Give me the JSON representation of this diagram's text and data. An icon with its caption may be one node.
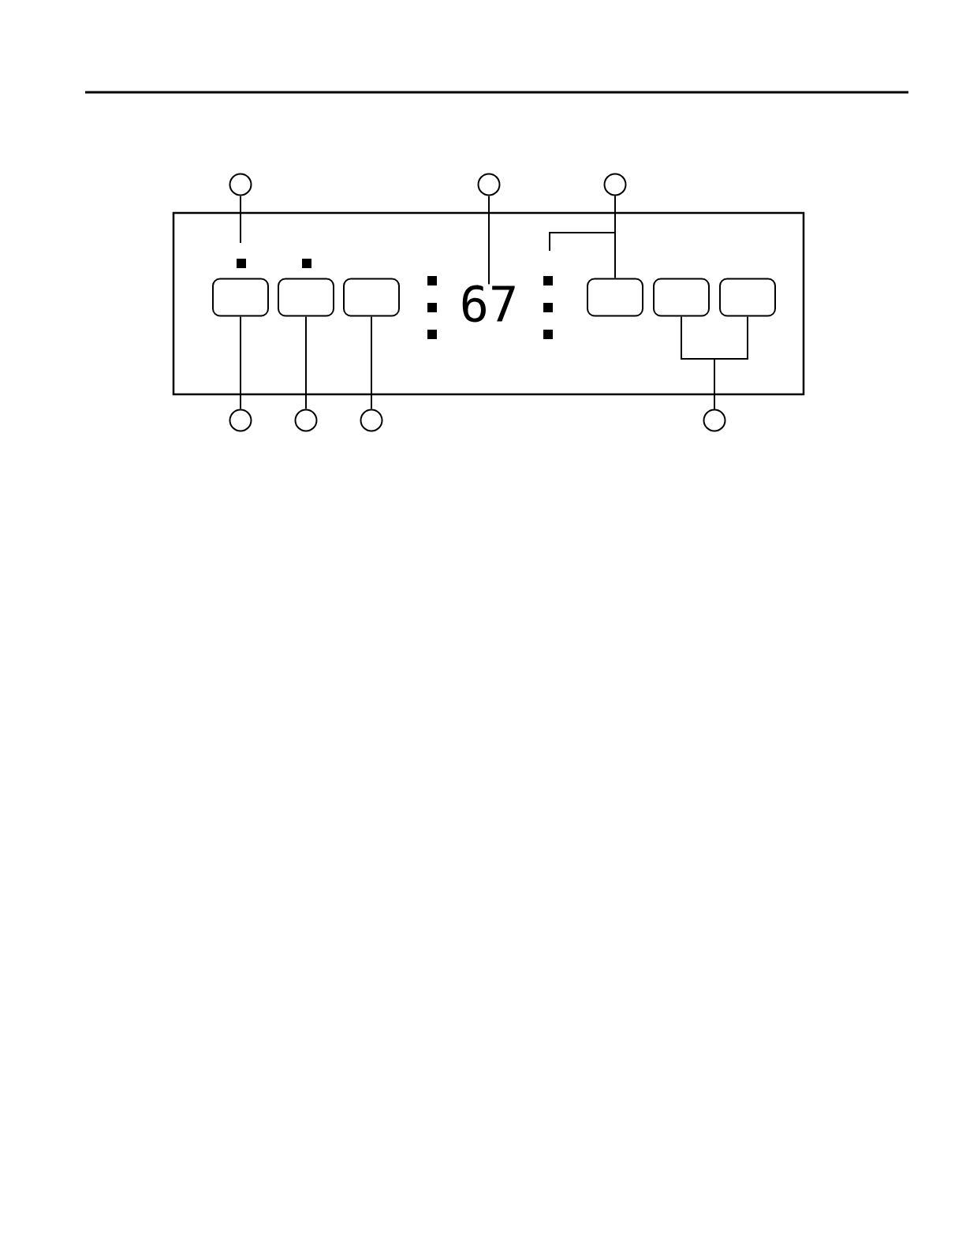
{
  "diagram": {
    "nodes": [
      {
        "text": [],
        "shape": "circle"
      },
      {
        "text": [],
        "shape": "circle"
      },
      {
        "text": [],
        "shape": "circle"
      },
      {
        "text": [],
        "shape": "box"
      },
      {
        "text": [],
        "shape": "box"
      },
      {
        "text": [],
        "shape": "box"
      },
      {
        "text": [
          "67"
        ]
      },
      {
        "text": [],
        "shape": "box"
      },
      {
        "text": [],
        "shape": "box"
      },
      {
        "text": [],
        "shape": "box"
      },
      {
        "text": [],
        "shape": "circle"
      },
      {
        "text": [],
        "shape": "circle"
      },
      {
        "text": [],
        "shape": "circle"
      },
      {
        "text": [],
        "shape": "circle"
      }
    ],
    "edges": [
      {
        "from": 0,
        "to": null,
        "arrow": "none"
      },
      {
        "from": 1,
        "to": 6,
        "arrow": "none"
      },
      {
        "from": 2,
        "to": 7,
        "arrow": "none"
      },
      {
        "from": 2,
        "to": null,
        "arrow": "none"
      },
      {
        "from": 10,
        "to": 3,
        "arrow": "none"
      },
      {
        "from": 11,
        "to": 4,
        "arrow": "none"
      },
      {
        "from": 12,
        "to": 5,
        "arrow": "none"
      },
      {
        "from": 13,
        "to": 8,
        "arrow": "none"
      },
      {
        "from": 13,
        "to": 9,
        "arrow": "none"
      }
    ]
  }
}
